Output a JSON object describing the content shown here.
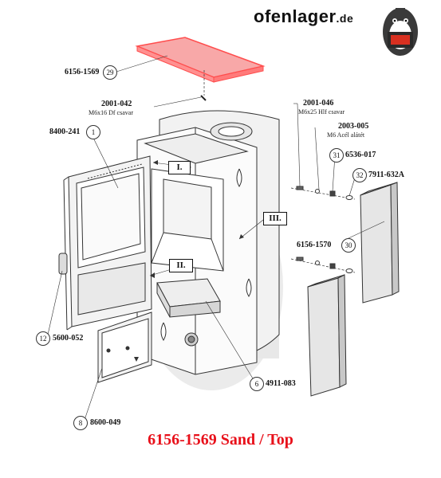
{
  "logo": {
    "name": "ofenlager",
    "tld": ".de"
  },
  "parts": {
    "p29": {
      "number": "6156-1569",
      "index": "29"
    },
    "screw_top": {
      "number": "2001-042",
      "desc": "M6x16 Df csavar"
    },
    "p1": {
      "number": "8400-241",
      "index": "1"
    },
    "screw_side": {
      "number": "2001-046",
      "desc": "M6x25 Hlf csavar"
    },
    "washer": {
      "number": "2003-005",
      "desc": "M6 Acél alátét"
    },
    "p31": {
      "number": "6536-017",
      "index": "31"
    },
    "p32": {
      "number": "7911-632A",
      "index": "32"
    },
    "p30": {
      "number": "6156-1570",
      "index": "30"
    },
    "p12": {
      "number": "5600-052",
      "index": "12"
    },
    "p6": {
      "number": "4911-083",
      "index": "6"
    },
    "p8": {
      "number": "8600-049",
      "index": "8"
    }
  },
  "markers": {
    "m1": "I.",
    "m2": "II.",
    "m3": "III."
  },
  "caption": "6156-1569 Sand / Top",
  "colors": {
    "highlight": "#ff4d4d",
    "highlight_fill": "#f8a8a8",
    "caption": "#e8101a"
  }
}
